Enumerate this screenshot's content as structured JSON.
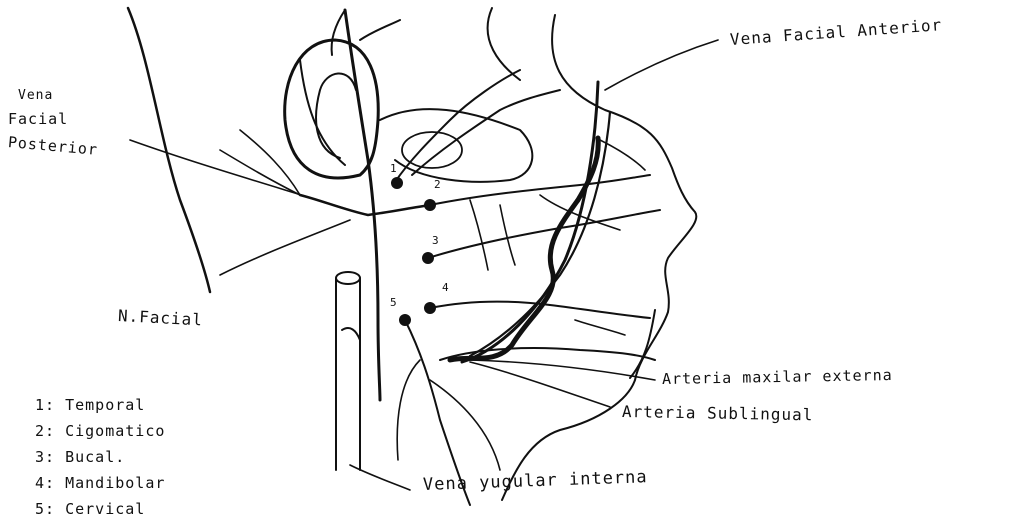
{
  "labels": {
    "vena_facial_anterior": "Vena Facial Anterior",
    "vena_facial_posterior_l1": "Vena",
    "vena_facial_posterior_l2": "Facial",
    "vena_facial_posterior_l3": "Posterior",
    "n_facial": "N.Facial",
    "arteria_maxilar_externa": "Arteria maxilar externa",
    "arteria_sublingual": "Arteria Sublingual",
    "vena_yugular_interna": "Vena yugular interna"
  },
  "legend": [
    {
      "num": "1:",
      "text": "Temporal"
    },
    {
      "num": "2:",
      "text": "Cigomatico"
    },
    {
      "num": "3:",
      "text": "Bucal."
    },
    {
      "num": "4:",
      "text": "Mandibolar"
    },
    {
      "num": "5:",
      "text": "Cervical"
    }
  ],
  "branch_numbers": [
    "1",
    "2",
    "3",
    "4",
    "5"
  ],
  "colors": {
    "ink": "#111111",
    "paper": "#ffffff"
  }
}
